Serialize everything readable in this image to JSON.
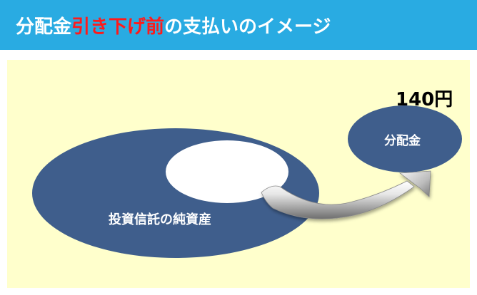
{
  "header": {
    "title_part1": "分配金",
    "title_highlight": "引き下げ前",
    "title_part2": "の支払いのイメージ",
    "bg_color": "#29abe2",
    "highlight_color": "#ff1a1a"
  },
  "diagram": {
    "background_color": "#ffffcc",
    "shape_color": "#3f5e8c",
    "amount_label": "140円",
    "distribution_label": "分配金",
    "net_assets_label": "投資信託の純資産",
    "arrow_icon": "curved-arrow-icon"
  }
}
